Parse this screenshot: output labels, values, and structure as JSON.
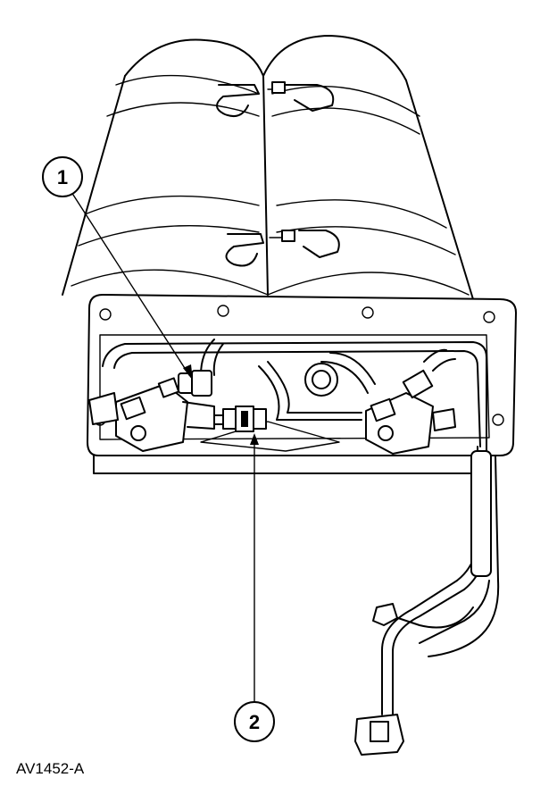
{
  "callouts": [
    {
      "label": "1"
    },
    {
      "label": "2"
    }
  ],
  "figure_code": "AV1452-A"
}
